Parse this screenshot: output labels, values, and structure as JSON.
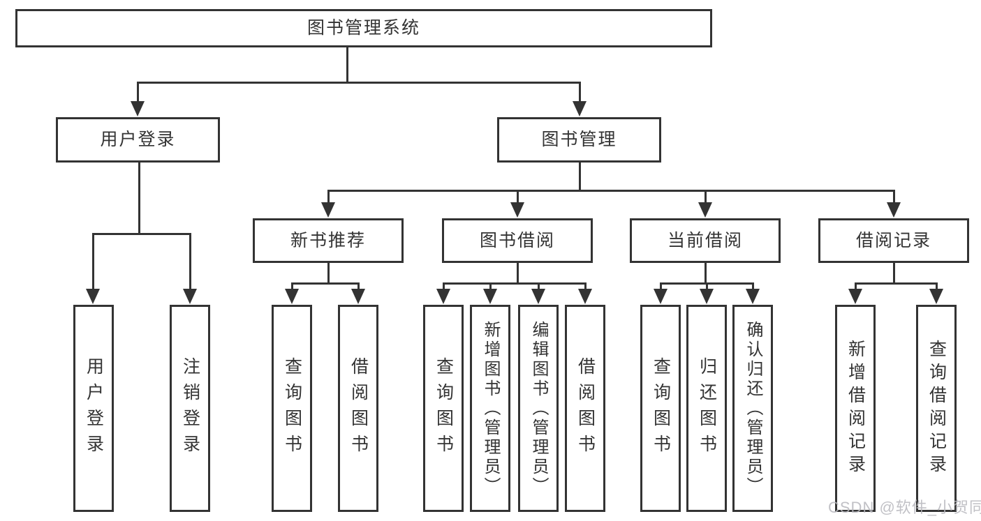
{
  "tree": {
    "label": "图书管理系统",
    "children": [
      {
        "label": "用户登录",
        "children": [
          {
            "label": "用户登录"
          },
          {
            "label": "注销登录"
          }
        ]
      },
      {
        "label": "图书管理",
        "children": [
          {
            "label": "新书推荐",
            "children": [
              {
                "label": "查询图书"
              },
              {
                "label": "借阅图书"
              }
            ]
          },
          {
            "label": "图书借阅",
            "children": [
              {
                "label": "查询图书"
              },
              {
                "label": "新增图书（管理员）"
              },
              {
                "label": "编辑图书（管理员）"
              },
              {
                "label": "借阅图书"
              }
            ]
          },
          {
            "label": "当前借阅",
            "children": [
              {
                "label": "查询图书"
              },
              {
                "label": "归还图书"
              },
              {
                "label": "确认归还（管理员）"
              }
            ]
          },
          {
            "label": "借阅记录",
            "children": [
              {
                "label": "新增借阅记录"
              },
              {
                "label": "查询借阅记录"
              }
            ]
          }
        ]
      }
    ]
  },
  "watermark": "CSDN @软件_小贺同学",
  "colors": {
    "line": "#333333",
    "text": "#333333",
    "background": "#ffffff",
    "watermark": "#b8b8be"
  }
}
